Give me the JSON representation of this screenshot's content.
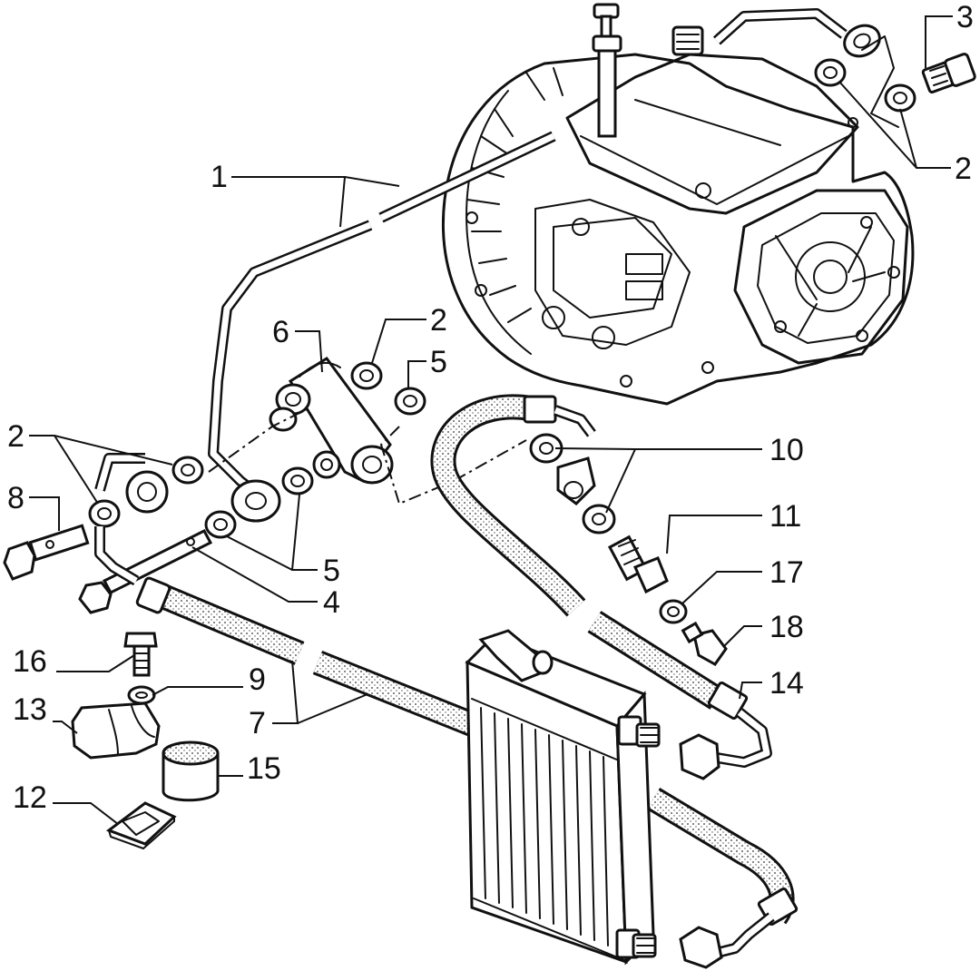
{
  "callouts": {
    "c1": "1",
    "c2_tr": "2",
    "c3": "3",
    "c6": "6",
    "c2_mid": "2",
    "c5_top": "5",
    "c2_left": "2",
    "c8": "8",
    "c5_bottom": "5",
    "c4": "4",
    "c10": "10",
    "c11": "11",
    "c17": "17",
    "c18": "18",
    "c14": "14",
    "c16": "16",
    "c9": "9",
    "c13": "13",
    "c7": "7",
    "c15": "15",
    "c12": "12"
  }
}
